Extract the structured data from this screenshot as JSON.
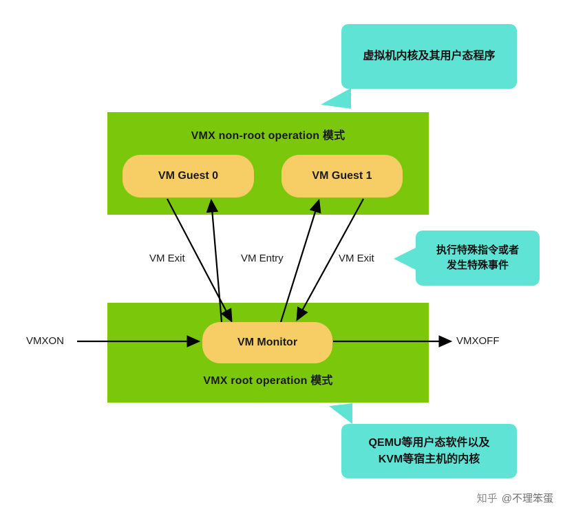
{
  "diagram": {
    "bands": {
      "non_root": {
        "title": "VMX non-root operation 模式",
        "color": "#7ac70c"
      },
      "root": {
        "title": "VMX root operation 模式",
        "color": "#7ac70c"
      }
    },
    "boxes": {
      "guest0": "VM Guest 0",
      "guest1": "VM Guest 1",
      "monitor": "VM Monitor",
      "color": "#f7ce65"
    },
    "edge_labels": {
      "vm_exit_left": "VM Exit",
      "vm_entry": "VM Entry",
      "vm_exit_right": "VM Exit",
      "vmxon": "VMXON",
      "vmxoff": "VMXOFF"
    },
    "callouts": {
      "top": "虚拟机内核及其用户态程序",
      "right_line1": "执行特殊指令或者",
      "right_line2": "发生特殊事件",
      "bottom_line1": "QEMU等用户态软件以及",
      "bottom_line2": "KVM等宿主机的内核",
      "color": "#5fe3d4"
    }
  },
  "watermark": {
    "logo": "知乎",
    "name": "@不理笨蛋"
  }
}
